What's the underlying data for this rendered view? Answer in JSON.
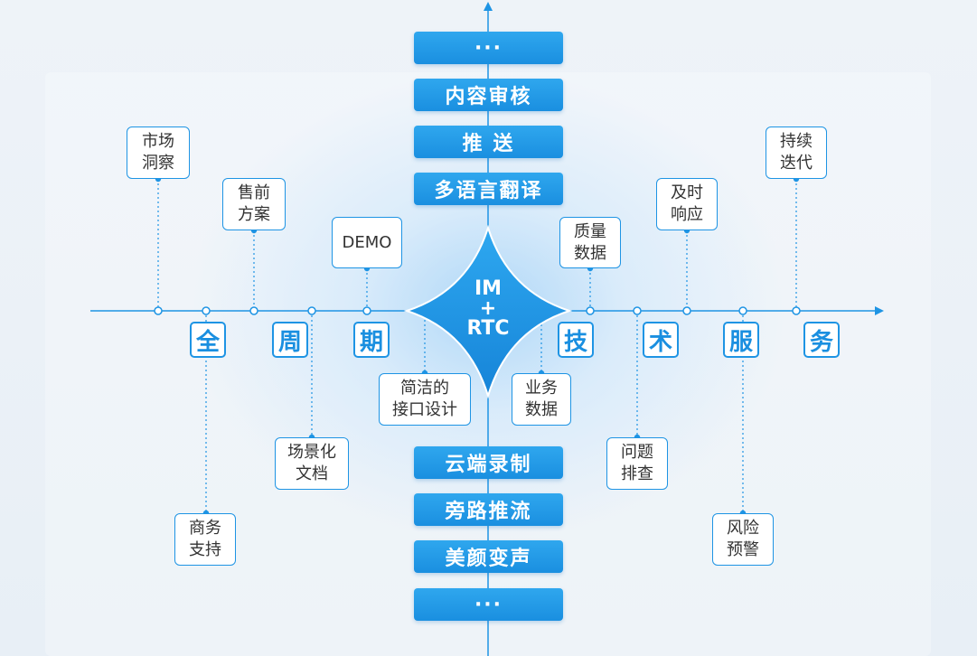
{
  "top_stack": [
    {
      "label": "···"
    },
    {
      "label": "内容审核"
    },
    {
      "label": "推 送"
    },
    {
      "label": "多语言翻译"
    }
  ],
  "bottom_stack": [
    {
      "label": "云端录制"
    },
    {
      "label": "旁路推流"
    },
    {
      "label": "美颜变声"
    },
    {
      "label": "···"
    }
  ],
  "center": {
    "line1": "IM",
    "line2": "+",
    "line3": "RTC"
  },
  "left_axis_title": [
    "全",
    "周",
    "期"
  ],
  "right_axis_title": [
    "技",
    "术",
    "服",
    "务"
  ],
  "upper_labels": [
    {
      "text": "市场\n洞察"
    },
    {
      "text": "售前\n方案"
    },
    {
      "text": "DEMO"
    },
    {
      "text": "质量\n数据"
    },
    {
      "text": "及时\n响应"
    },
    {
      "text": "持续\n迭代"
    }
  ],
  "lower_labels": [
    {
      "text": "商务\n支持"
    },
    {
      "text": "场景化\n文档"
    },
    {
      "text": "简洁的\n接口设计"
    },
    {
      "text": "业务\n数据"
    },
    {
      "text": "问题\n排查"
    },
    {
      "text": "风险\n预警"
    }
  ],
  "colors": {
    "accent": "#1e94e4",
    "button": "#1a8fe0",
    "text": "#333333"
  }
}
